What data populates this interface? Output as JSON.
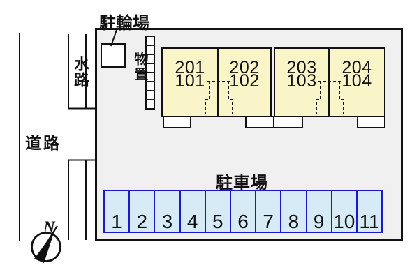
{
  "title": "site-plan",
  "labels": {
    "bicycle_parking": "駐輪場",
    "waterway": "水路",
    "road": "道路",
    "storage": "物置",
    "parking_lot": "駐車場",
    "north": "N"
  },
  "building": {
    "blocks": [
      {
        "units": [
          {
            "upper": "201",
            "lower": "101"
          },
          {
            "upper": "202",
            "lower": "102"
          }
        ]
      },
      {
        "units": [
          {
            "upper": "203",
            "lower": "103"
          },
          {
            "upper": "204",
            "lower": "104"
          }
        ]
      }
    ]
  },
  "parking": {
    "spaces": [
      "1",
      "2",
      "3",
      "4",
      "5",
      "6",
      "7",
      "8",
      "9",
      "10",
      "11"
    ]
  },
  "storage": {
    "unit_count": 8
  },
  "colors": {
    "property_fill": "#f0f0f0",
    "building_fill": "#faf5c8",
    "parking_fill": "#d6ebf5",
    "parking_border": "#1a1acc",
    "line": "#111111",
    "background": "#ffffff"
  }
}
